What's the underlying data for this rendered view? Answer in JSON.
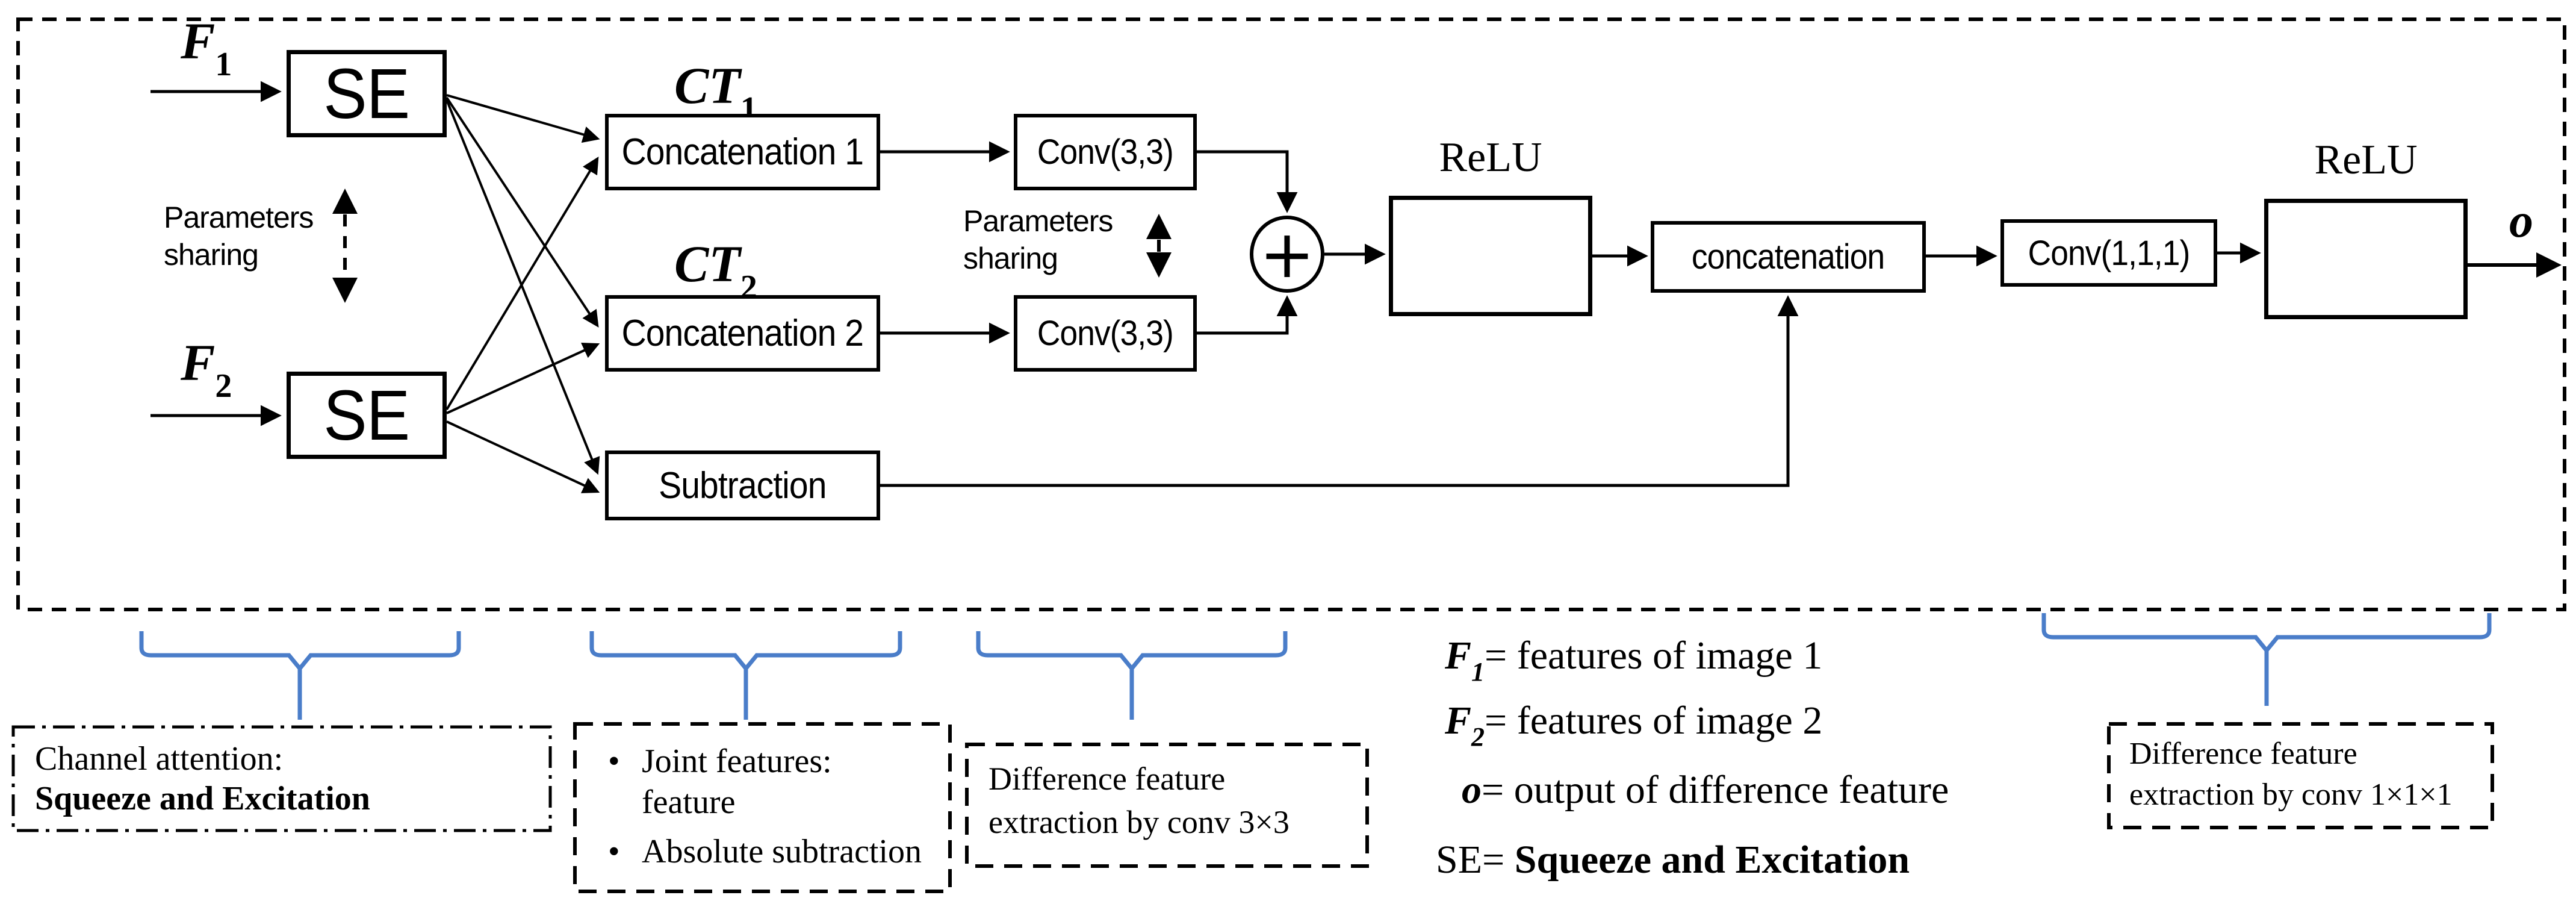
{
  "colors": {
    "brace_blue": "#4a7dc9",
    "line_black": "#000000",
    "background": "#ffffff"
  },
  "diagram": {
    "f1": {
      "base": "F",
      "sub": "1"
    },
    "f2": {
      "base": "F",
      "sub": "2"
    },
    "se_top": "SE",
    "se_bottom": "SE",
    "params_sharing_left": {
      "line1": "Parameters",
      "line2": "sharing"
    },
    "params_sharing_mid": {
      "line1": "Parameters",
      "line2": "sharing"
    },
    "ct1": {
      "base": "CT",
      "sub": "1"
    },
    "ct2": {
      "base": "CT",
      "sub": "2"
    },
    "concat1": "Concatenation 1",
    "concat2": "Concatenation 2",
    "subtraction": "Subtraction",
    "conv33_top": "Conv(3,3)",
    "conv33_bottom": "Conv(3,3)",
    "plus": "+",
    "relu_left": "ReLU",
    "relu_right": "ReLU",
    "concatenation": "concatenation",
    "conv111": "Conv(1,1,1)",
    "output": "o"
  },
  "legend": {
    "rows": [
      {
        "sym": "F",
        "sub": "1",
        "rest": "= features of image 1"
      },
      {
        "sym": "F",
        "sub": "2",
        "rest": "= features of image 2"
      },
      {
        "sym": "o",
        "sub": "",
        "rest": "= output of difference feature"
      },
      {
        "sym": "SE",
        "sub": "",
        "rest": "= ",
        "bold": "Squeeze and Excitation"
      }
    ]
  },
  "annotations": {
    "channel_attention": {
      "line1": "Channel attention:",
      "line2": "Squeeze and Excitation"
    },
    "joint_features": {
      "bullet": "•",
      "item1_line1": "Joint features:",
      "item1_line2": "feature",
      "item2": "Absolute subtraction"
    },
    "diff_conv33": {
      "line1": "Difference feature",
      "line2": "extraction  by conv 3×3"
    },
    "diff_conv111": {
      "line1": "Difference feature",
      "line2": "extraction  by conv 1×1×1"
    }
  }
}
